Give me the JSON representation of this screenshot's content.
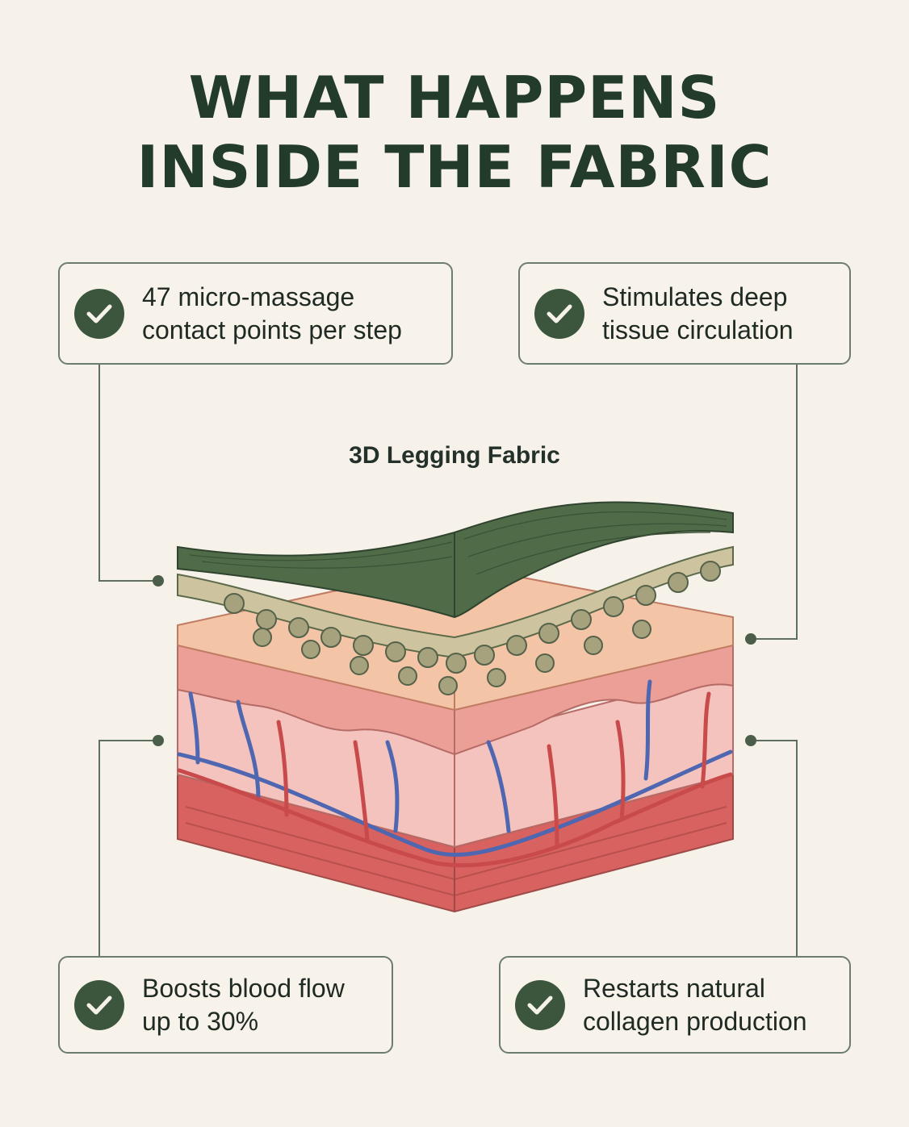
{
  "title": {
    "line1": "WHAT HAPPENS",
    "line2": "INSIDE THE FABRIC"
  },
  "diagram_label": "3D Legging Fabric",
  "callouts": [
    {
      "id": "top-left",
      "icon": "check-icon",
      "lines": [
        "47 micro-massage",
        "contact points per step"
      ]
    },
    {
      "id": "top-right",
      "icon": "check-icon",
      "lines": [
        "Stimulates deep",
        "tissue circulation"
      ]
    },
    {
      "id": "bottom-left",
      "icon": "check-icon",
      "lines": [
        "Boosts blood flow",
        "up to 30%"
      ]
    },
    {
      "id": "bottom-right",
      "icon": "check-icon",
      "lines": [
        "Restarts natural",
        "collagen production"
      ]
    }
  ],
  "colors": {
    "background": "#f6f2e9",
    "accent_green": "#3c563e",
    "fabric_green": "#4f6b48",
    "fabric_beige": "#c9c29c",
    "skin_pink": "#f2b8ae",
    "muscle_red": "#d96a66",
    "artery_red": "#c94a4a",
    "vein_blue": "#4e67b0"
  }
}
